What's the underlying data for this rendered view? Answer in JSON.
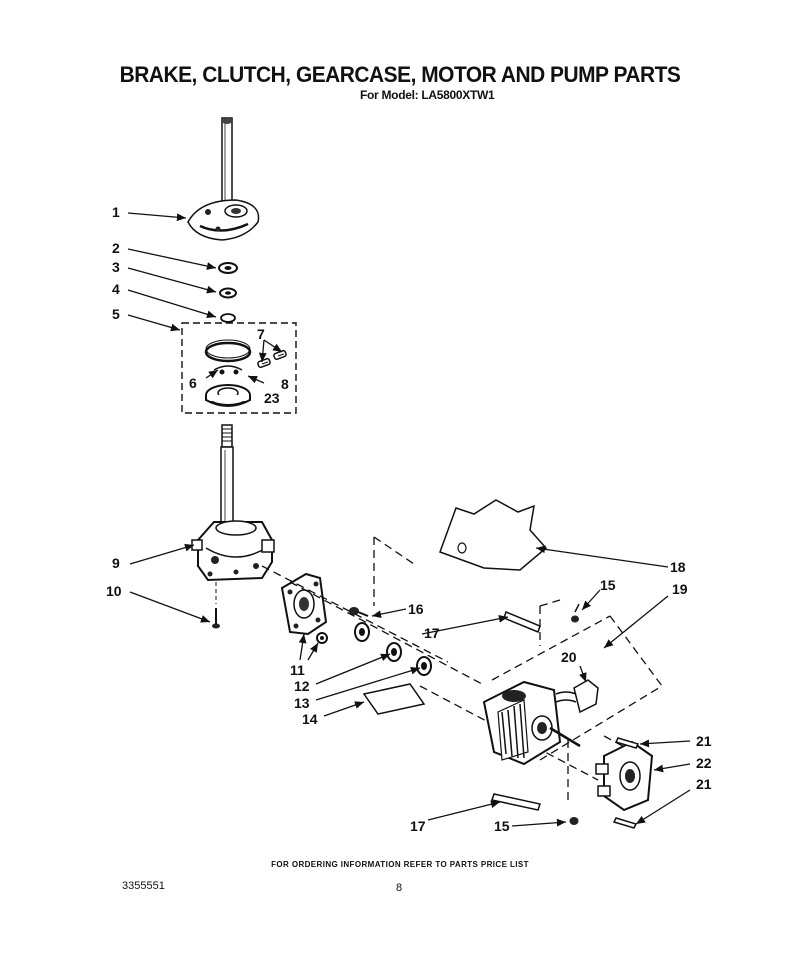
{
  "title": "BRAKE, CLUTCH, GEARCASE, MOTOR AND PUMP PARTS",
  "subtitle": "For Model: LA5800XTW1",
  "callouts": [
    {
      "id": "c1",
      "label": "1"
    },
    {
      "id": "c2",
      "label": "2"
    },
    {
      "id": "c3",
      "label": "3"
    },
    {
      "id": "c4",
      "label": "4"
    },
    {
      "id": "c5",
      "label": "5"
    },
    {
      "id": "c6",
      "label": "6"
    },
    {
      "id": "c7",
      "label": "7"
    },
    {
      "id": "c8",
      "label": "8"
    },
    {
      "id": "c23",
      "label": "23"
    },
    {
      "id": "c9",
      "label": "9"
    },
    {
      "id": "c10",
      "label": "10"
    },
    {
      "id": "c11",
      "label": "11"
    },
    {
      "id": "c12",
      "label": "12"
    },
    {
      "id": "c13",
      "label": "13"
    },
    {
      "id": "c14",
      "label": "14"
    },
    {
      "id": "c16",
      "label": "16"
    },
    {
      "id": "c17a",
      "label": "17"
    },
    {
      "id": "c18",
      "label": "18"
    },
    {
      "id": "c15a",
      "label": "15"
    },
    {
      "id": "c19",
      "label": "19"
    },
    {
      "id": "c20",
      "label": "20"
    },
    {
      "id": "c21a",
      "label": "21"
    },
    {
      "id": "c22",
      "label": "22"
    },
    {
      "id": "c21b",
      "label": "21"
    },
    {
      "id": "c17b",
      "label": "17"
    },
    {
      "id": "c15b",
      "label": "15"
    }
  ],
  "footer": {
    "ordering_note": "FOR ORDERING INFORMATION REFER TO PARTS PRICE LIST",
    "doc_number": "3355551",
    "page_number": "8"
  }
}
